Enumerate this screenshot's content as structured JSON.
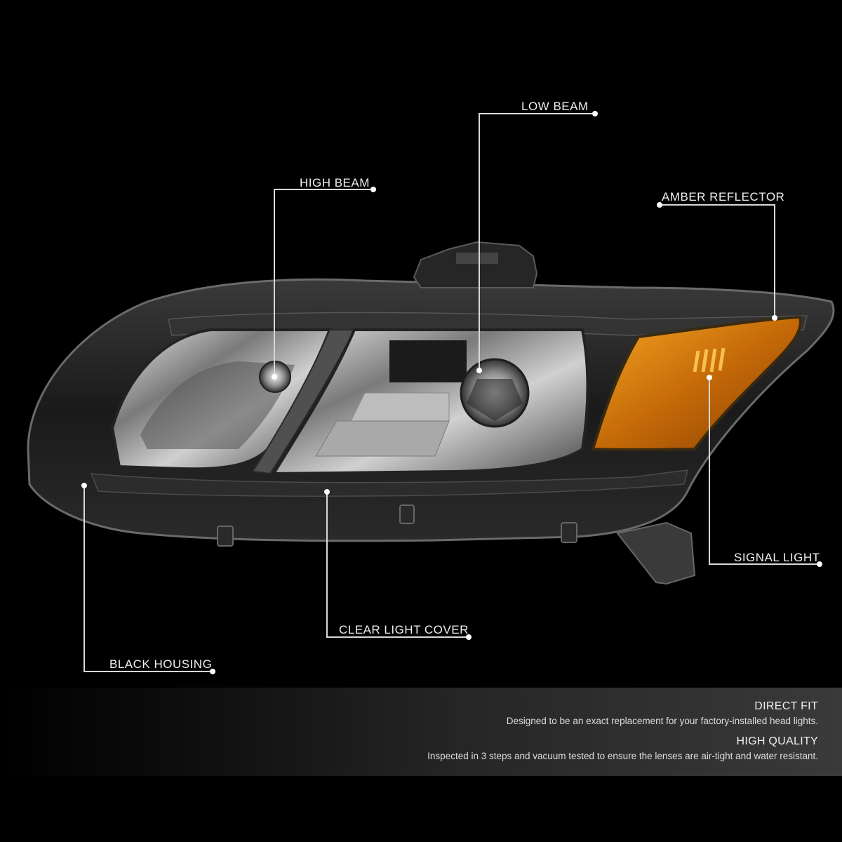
{
  "callouts": {
    "low_beam": "LOW BEAM",
    "high_beam": "HIGH BEAM",
    "amber_reflector": "AMBER REFLECTOR",
    "signal_light": "SIGNAL LIGHT",
    "clear_light_cover": "CLEAR LIGHT COVER",
    "black_housing": "BLACK HOUSING"
  },
  "features": [
    {
      "title": "DIRECT FIT",
      "description": "Designed to be an exact replacement for your factory-installed head lights."
    },
    {
      "title": "HIGH QUALITY",
      "description": "Inspected in 3 steps and vacuum tested to ensure the lenses are air-tight and water resistant."
    }
  ],
  "colors": {
    "background": "#000000",
    "leader_line": "#d8d8d8",
    "amber": "#e8920f",
    "housing": "#1e1e1e",
    "chrome": "#b8b8b8"
  }
}
